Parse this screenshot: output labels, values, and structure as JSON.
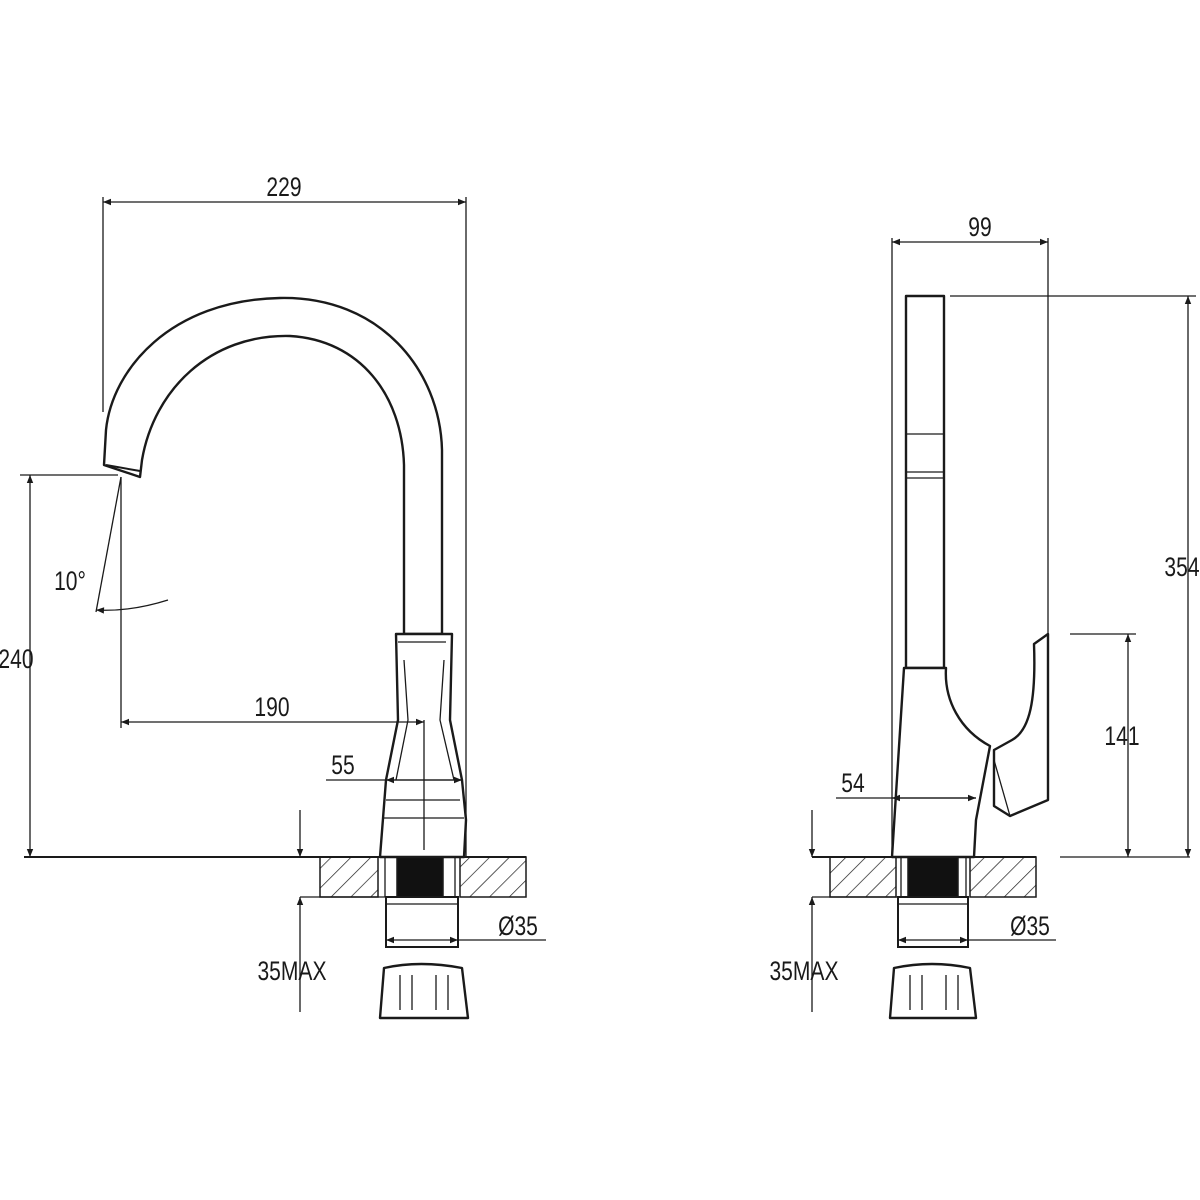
{
  "front_view": {
    "width": "229",
    "spout_height": "240",
    "spout_reach": "190",
    "base_width": "55",
    "swivel_angle": "10°",
    "pipe_diameter": "Ø35",
    "counter_max": "35MAX"
  },
  "side_view": {
    "depth": "99",
    "height": "354",
    "handle_height": "141",
    "base_width": "54",
    "pipe_diameter": "Ø35",
    "counter_max": "35MAX"
  },
  "colors": {
    "line": "#1a1a1a",
    "background": "#ffffff",
    "dark_fill": "#111111"
  }
}
